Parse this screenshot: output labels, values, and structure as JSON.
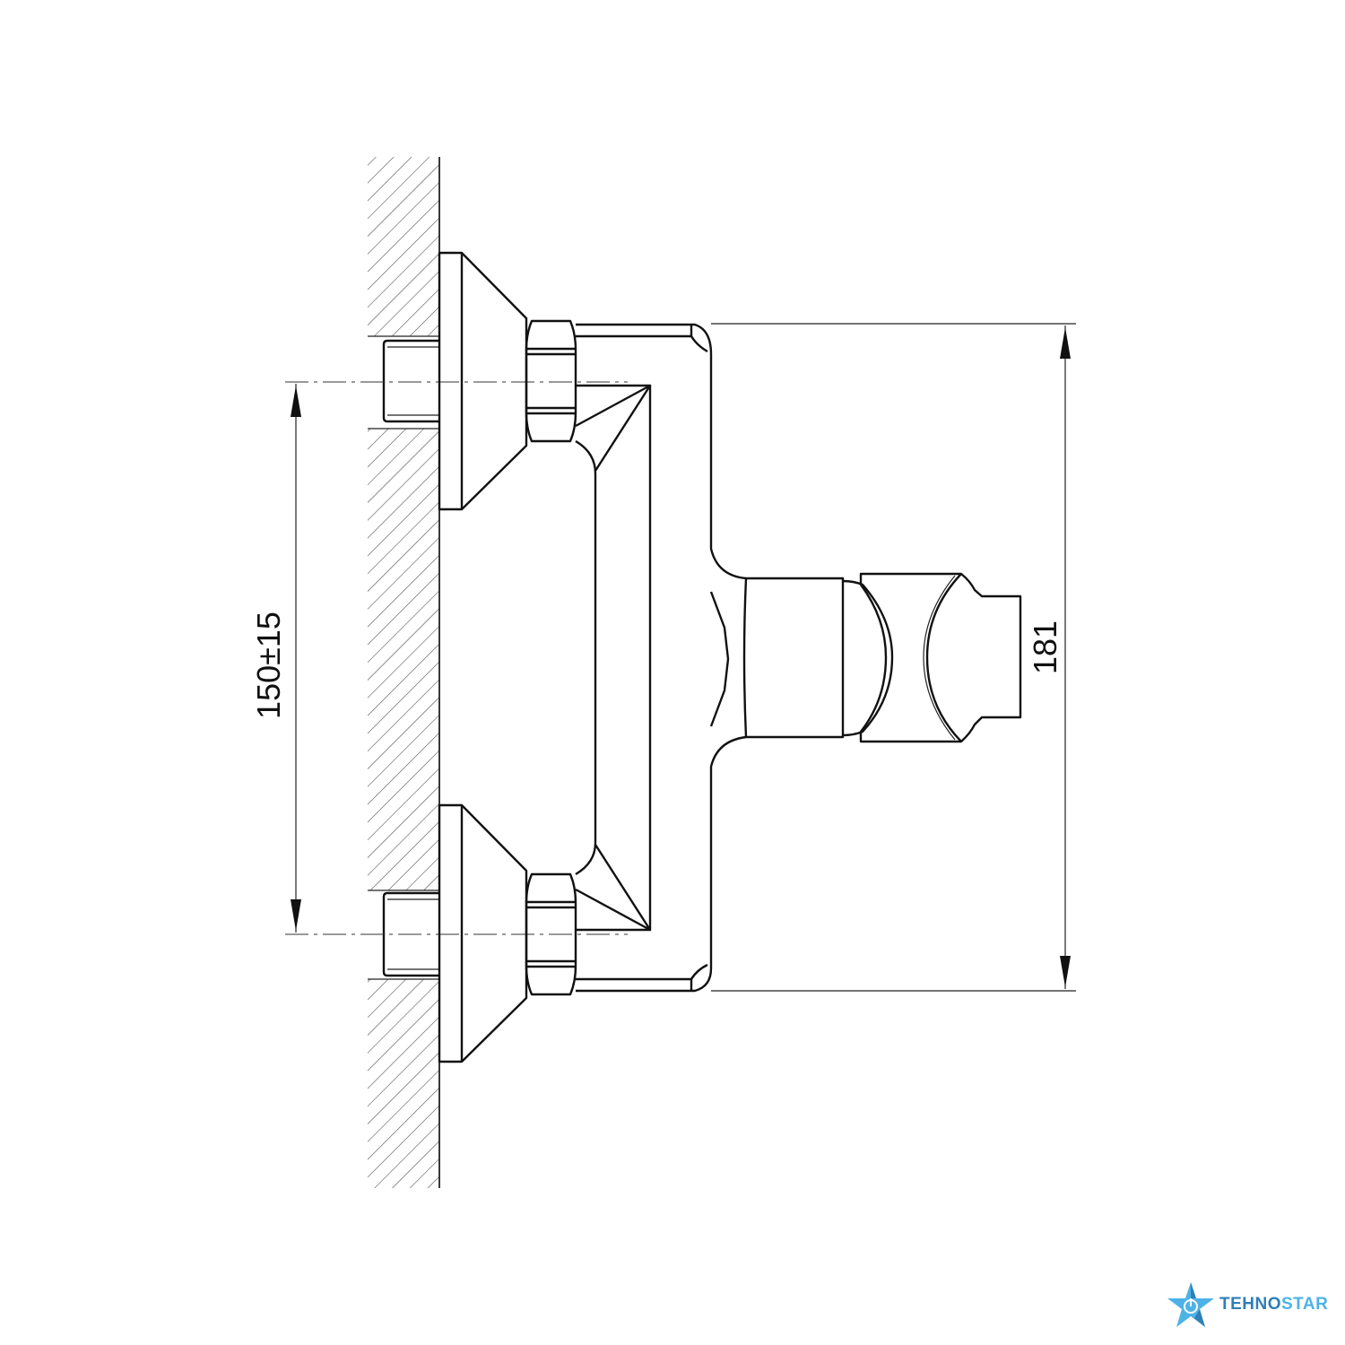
{
  "drawing": {
    "dimension_height": "181",
    "dimension_inlet_spacing": "150±15"
  },
  "logo": {
    "text_part1": "TEHNO",
    "text_part2": "STAR",
    "color_dark": "#2f7fb8",
    "color_light": "#4db3e6"
  }
}
